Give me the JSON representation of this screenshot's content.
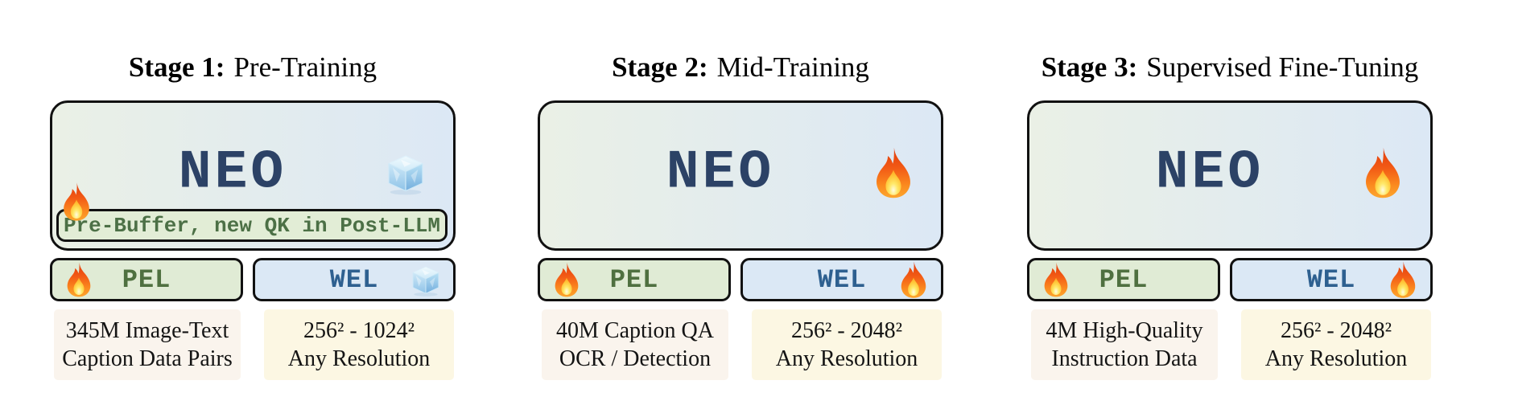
{
  "figure": {
    "stages": [
      {
        "title": {
          "bold": "Stage 1:",
          "rest": "Pre-Training"
        },
        "model": {
          "label": "NEO",
          "status_icon": "ice-cube"
        },
        "pre_buffer": {
          "label": "Pre-Buffer, new QK in Post-LLM",
          "status_icon": "fire"
        },
        "pel": {
          "label": "PEL",
          "status_icon": "fire",
          "data_lines": [
            "345M Image-Text",
            "Caption Data Pairs"
          ]
        },
        "wel": {
          "label": "WEL",
          "status_icon": "ice-cube",
          "data_lines": [
            "256² - 1024²",
            "Any Resolution"
          ]
        }
      },
      {
        "title": {
          "bold": "Stage 2:",
          "rest": "Mid-Training"
        },
        "model": {
          "label": "NEO",
          "status_icon": "fire"
        },
        "pel": {
          "label": "PEL",
          "status_icon": "fire",
          "data_lines": [
            "40M Caption QA",
            "OCR / Detection"
          ]
        },
        "wel": {
          "label": "WEL",
          "status_icon": "fire",
          "data_lines": [
            "256² - 2048²",
            "Any Resolution"
          ]
        }
      },
      {
        "title": {
          "bold": "Stage 3:",
          "rest": "Supervised Fine-Tuning"
        },
        "model": {
          "label": "NEO",
          "status_icon": "fire"
        },
        "pel": {
          "label": "PEL",
          "status_icon": "fire",
          "data_lines": [
            "4M High-Quality",
            "Instruction Data"
          ]
        },
        "wel": {
          "label": "WEL",
          "status_icon": "fire",
          "data_lines": [
            "256² - 2048²",
            "Any Resolution"
          ]
        }
      }
    ],
    "colors": {
      "border": "#111111",
      "model_text": "#2c4266",
      "model_box_gradient_left": "#eaf0e6",
      "model_box_gradient_right": "#dce8f5",
      "pre_buffer_bg": "#e2edd6",
      "pre_buffer_text": "#4c7046",
      "pel_box_bg": "#e0ebd5",
      "pel_text": "#4f7040",
      "wel_box_bg": "#dbe8f5",
      "wel_text": "#2e6090",
      "pel_data_bg": "#faf4ed",
      "wel_data_bg": "#fcf7e3"
    },
    "icon_legend": {
      "fire": "trainable (fire-icon)",
      "ice-cube": "frozen (ice-cube-icon)"
    }
  }
}
